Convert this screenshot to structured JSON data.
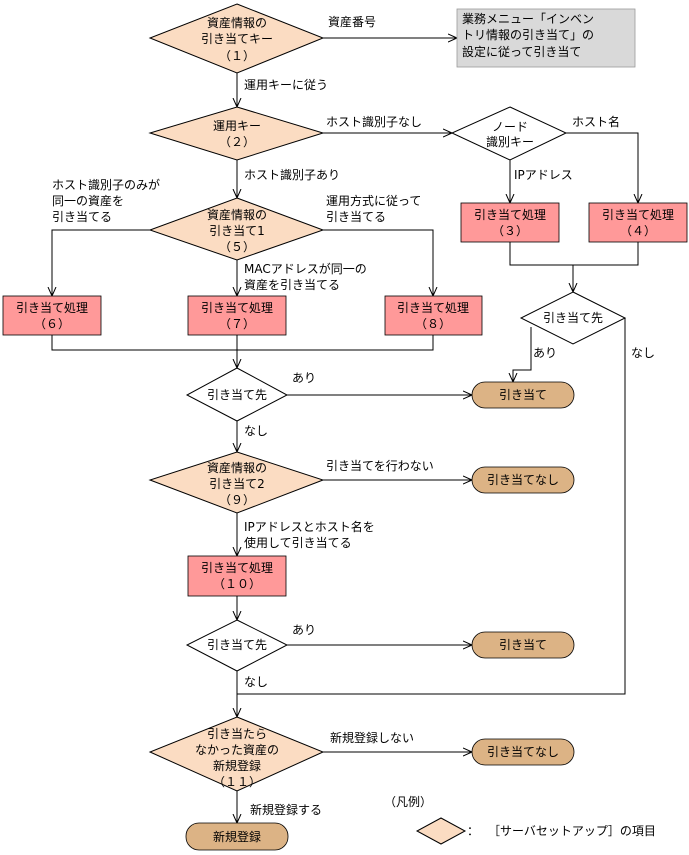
{
  "nodes": {
    "d1": [
      "資産情報の",
      "引き当てキー",
      "（１）"
    ],
    "d2": [
      "運用キー",
      "（２）"
    ],
    "d5": [
      "資産情報の",
      "引き当て1",
      "（５）"
    ],
    "d_node": [
      "ノード",
      "識別キー"
    ],
    "p3": [
      "引き当て処理",
      "（３）"
    ],
    "p4": [
      "引き当て処理",
      "（４）"
    ],
    "p6": [
      "引き当て処理",
      "（６）"
    ],
    "p7": [
      "引き当て処理",
      "（７）"
    ],
    "p8": [
      "引き当て処理",
      "（８）"
    ],
    "d_dest_a": "引き当て先",
    "d_dest_b": "引き当て先",
    "d_dest_c": "引き当て先",
    "d9": [
      "資産情報の",
      "引き当て2",
      "（９）"
    ],
    "p10": [
      "引き当て処理",
      "（１０）"
    ],
    "d11": [
      "引き当たら",
      "なかった資産の",
      "新規登録",
      "（１１）"
    ],
    "t_assign1": "引き当て",
    "t_assign2": "引き当て",
    "t_none1": "引き当てなし",
    "t_none2": "引き当てなし",
    "t_new": "新規登録",
    "note": [
      "業務メニュー「インベン",
      "トリ情報の引き当て」の",
      "設定に従って引き当て"
    ]
  },
  "labels": {
    "asset_no": "資産番号",
    "follow_opkey": "運用キーに従う",
    "no_host_id": "ホスト識別子なし",
    "host_name": "ホスト名",
    "ip_addr": "IPアドレス",
    "has_host_id": "ホスト識別子あり",
    "host_id_only": [
      "ホスト識別子のみが",
      "同一の資産を",
      "引き当てる"
    ],
    "by_method": [
      "運用方式に従って",
      "引き当てる"
    ],
    "mac_same": [
      "MACアドレスが同一の",
      "資産を引き当てる"
    ],
    "yes_a": "あり",
    "no_a": "なし",
    "yes_b": "あり",
    "no_b": "なし",
    "yes_c": "あり",
    "no_c": "なし",
    "no_assign": "引き当てを行わない",
    "ip_host": [
      "IPアドレスとホスト名を",
      "使用して引き当てる"
    ],
    "no_register": "新規登録しない",
    "register": "新規登録する"
  },
  "legend": {
    "title": "（凡例）",
    "colon": "：",
    "text": "［サーバセットアップ］の項目"
  },
  "colors": {
    "setup_item": "#fbdcc2",
    "process": "#ff9999",
    "terminal": "#dcb385",
    "note": "#d9d9d9"
  }
}
